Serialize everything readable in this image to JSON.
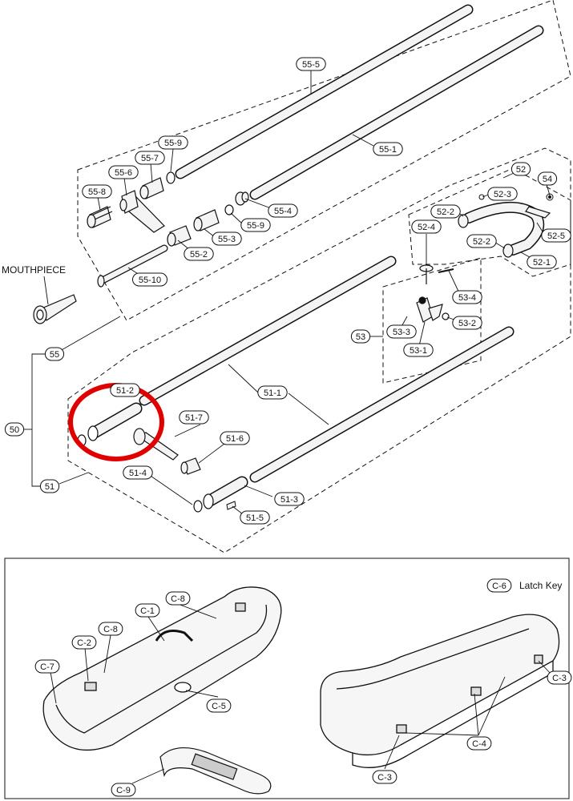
{
  "texts": {
    "mouthpiece": "MOUTHPIECE",
    "latch_key_text": "Latch Key"
  },
  "colors": {
    "highlight": "#e00000",
    "line": "#111111",
    "tube_fill": "#f4f4f4"
  },
  "callouts": [
    {
      "id": "c55-5",
      "label": "55-5"
    },
    {
      "id": "c55-1",
      "label": "55-1"
    },
    {
      "id": "c55-9a",
      "label": "55-9"
    },
    {
      "id": "c55-7",
      "label": "55-7"
    },
    {
      "id": "c55-6",
      "label": "55-6"
    },
    {
      "id": "c55-8",
      "label": "55-8"
    },
    {
      "id": "c55-4",
      "label": "55-4"
    },
    {
      "id": "c55-9b",
      "label": "55-9"
    },
    {
      "id": "c55-3",
      "label": "55-3"
    },
    {
      "id": "c55-2",
      "label": "55-2"
    },
    {
      "id": "c55-10",
      "label": "55-10"
    },
    {
      "id": "c55",
      "label": "55"
    },
    {
      "id": "c50",
      "label": "50"
    },
    {
      "id": "c51",
      "label": "51"
    },
    {
      "id": "c52",
      "label": "52"
    },
    {
      "id": "c52-3",
      "label": "52-3"
    },
    {
      "id": "c54",
      "label": "54"
    },
    {
      "id": "c52-2a",
      "label": "52-2"
    },
    {
      "id": "c52-4",
      "label": "52-4"
    },
    {
      "id": "c52-5",
      "label": "52-5"
    },
    {
      "id": "c52-2b",
      "label": "52-2"
    },
    {
      "id": "c52-1",
      "label": "52-1"
    },
    {
      "id": "c53-4",
      "label": "53-4"
    },
    {
      "id": "c53-2",
      "label": "53-2"
    },
    {
      "id": "c53",
      "label": "53"
    },
    {
      "id": "c53-3",
      "label": "53-3"
    },
    {
      "id": "c53-1",
      "label": "53-1"
    },
    {
      "id": "c51-1",
      "label": "51-1"
    },
    {
      "id": "c51-2",
      "label": "51-2"
    },
    {
      "id": "c51-7",
      "label": "51-7"
    },
    {
      "id": "c51-6",
      "label": "51-6"
    },
    {
      "id": "c51-4",
      "label": "51-4"
    },
    {
      "id": "c51-3",
      "label": "51-3"
    },
    {
      "id": "c51-5",
      "label": "51-5"
    },
    {
      "id": "cC-6",
      "label": "C-6"
    },
    {
      "id": "cC-8a",
      "label": "C-8"
    },
    {
      "id": "cC-1",
      "label": "C-1"
    },
    {
      "id": "cC-8b",
      "label": "C-8"
    },
    {
      "id": "cC-2",
      "label": "C-2"
    },
    {
      "id": "cC-7",
      "label": "C-7"
    },
    {
      "id": "cC-5",
      "label": "C-5"
    },
    {
      "id": "cC-9",
      "label": "C-9"
    },
    {
      "id": "cC-3a",
      "label": "C-3"
    },
    {
      "id": "cC-4",
      "label": "C-4"
    },
    {
      "id": "cC-3b",
      "label": "C-3"
    }
  ]
}
